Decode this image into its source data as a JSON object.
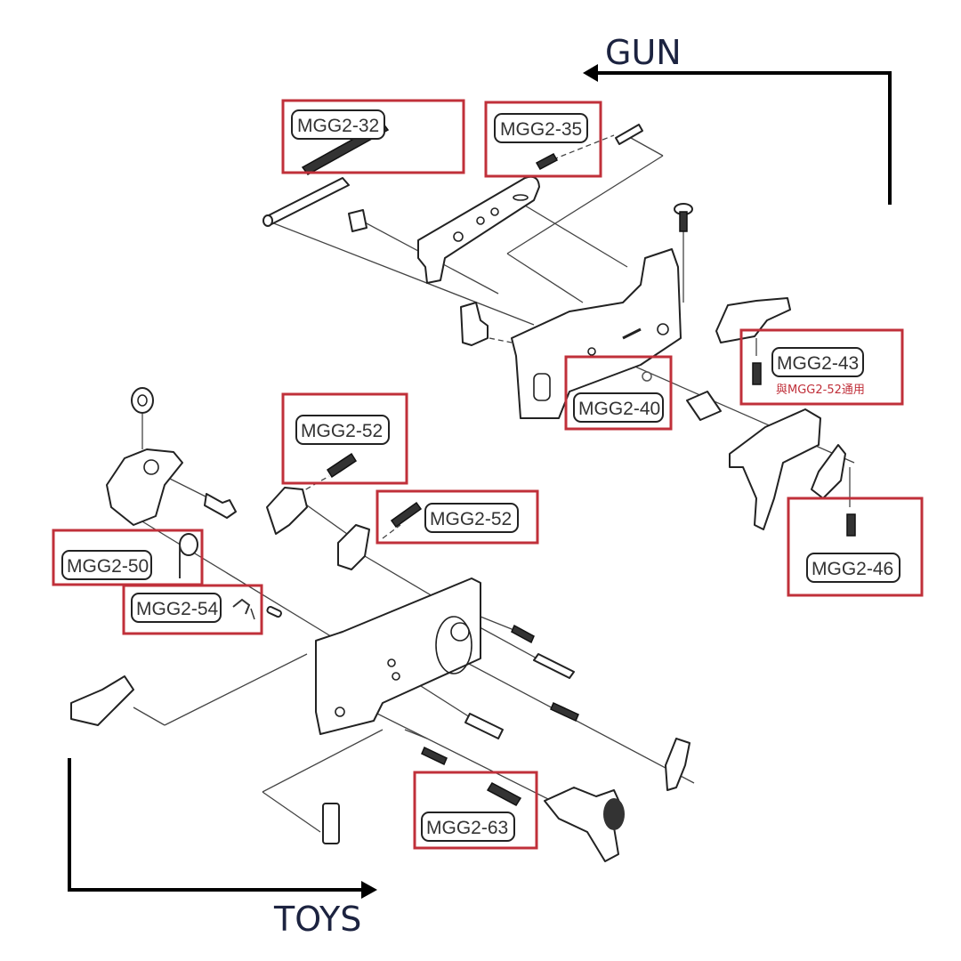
{
  "directions": {
    "top": {
      "label": "GUN",
      "arrow": "left"
    },
    "bottom": {
      "label": "TOYS",
      "arrow": "right"
    }
  },
  "colors": {
    "highlight_box": "#c0303a",
    "direction_text": "#1c2340",
    "note_text": "#c0303a"
  },
  "parts": [
    {
      "id": "MGG2-32",
      "label": "MGG2-32",
      "part": "spring"
    },
    {
      "id": "MGG2-35",
      "label": "MGG2-35",
      "part": "spring"
    },
    {
      "id": "MGG2-40",
      "label": "MGG2-40",
      "part": "e-clip"
    },
    {
      "id": "MGG2-43",
      "label": "MGG2-43",
      "part": "spring",
      "note": "與MGG2-52通用"
    },
    {
      "id": "MGG2-46",
      "label": "MGG2-46",
      "part": "spring"
    },
    {
      "id": "MGG2-52a",
      "label": "MGG2-52",
      "part": "spring"
    },
    {
      "id": "MGG2-52b",
      "label": "MGG2-52",
      "part": "spring"
    },
    {
      "id": "MGG2-50",
      "label": "MGG2-50",
      "part": "torsion-spring"
    },
    {
      "id": "MGG2-54",
      "label": "MGG2-54",
      "part": "spring-clip"
    },
    {
      "id": "MGG2-63",
      "label": "MGG2-63",
      "part": "spring"
    }
  ]
}
